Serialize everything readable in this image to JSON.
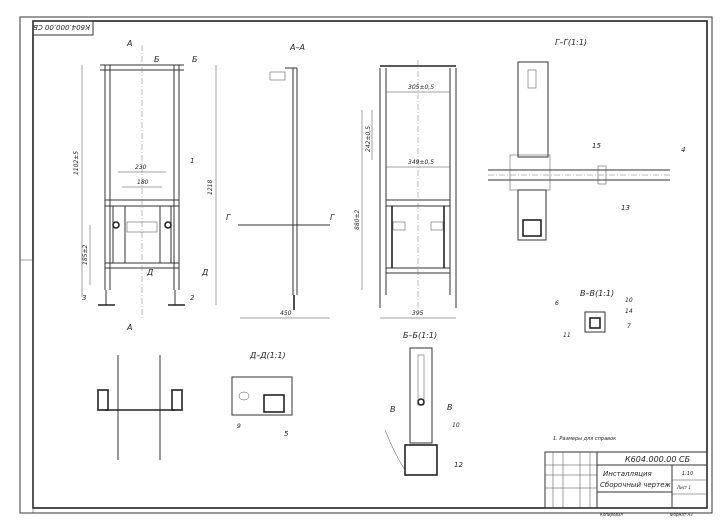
{
  "stamp": "К604.000.00 СБ",
  "title_block": {
    "designation": "К604.000.00 СБ",
    "name_line1": "Инсталляция",
    "name_line2": "Сборочный чертеж",
    "scale": "1:10",
    "sheet": "Лист 1",
    "format": "Формат А3",
    "copied": "Копировал"
  },
  "note": "1. Размеры для справок",
  "views": {
    "front": "А",
    "front_b": "Б",
    "aa": "А–А",
    "bb": "Б–Б(1:1)",
    "gg": "Г–Г(1:1)",
    "vv": "В–В(1:1)",
    "dd": "Д–Д(1:1)",
    "g": "Г",
    "d": "Д",
    "v": "В"
  },
  "dims": {
    "h_total": "1102±5",
    "h_1218": "1218",
    "w_230": "230",
    "w_180": "180",
    "h_185": "185±2",
    "w_450": "450",
    "w_305": "305±0,5",
    "w_349": "349±0,5",
    "h_242": "242±0,5",
    "h_880": "880±2",
    "w_395": "395"
  },
  "callouts": {
    "p1": "1",
    "p2": "2",
    "p3": "3",
    "p4": "4",
    "p5": "5",
    "p6": "6",
    "p7": "7",
    "p9": "9",
    "p10": "10",
    "p11": "11",
    "p12": "12",
    "p13": "13",
    "p15": "15",
    "p14": "14"
  }
}
